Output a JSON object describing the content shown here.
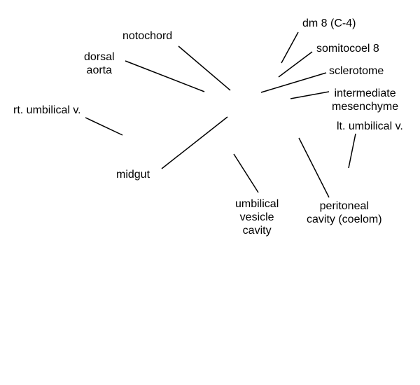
{
  "labels": {
    "notochord": "notochord",
    "dorsal_aorta": "dorsal\naorta",
    "rt_umbilical_v": "rt. umbilical v.",
    "midgut": "midgut",
    "umbilical_vesicle_cavity": "umbilical\nvesicle\ncavity",
    "peritoneal_cavity": "peritoneal\ncavity (coelom)",
    "dm8": "dm 8 (C-4)",
    "somitocoel": "somitocoel 8",
    "sclerotome": "sclerotome",
    "intermediate_mesenchyme": "intermediate\nmesenchyme",
    "lt_umbilical_v": "lt. umbilical v."
  },
  "colors": {
    "text": "#000000",
    "lines": "#000000",
    "background": "#ffffff"
  }
}
